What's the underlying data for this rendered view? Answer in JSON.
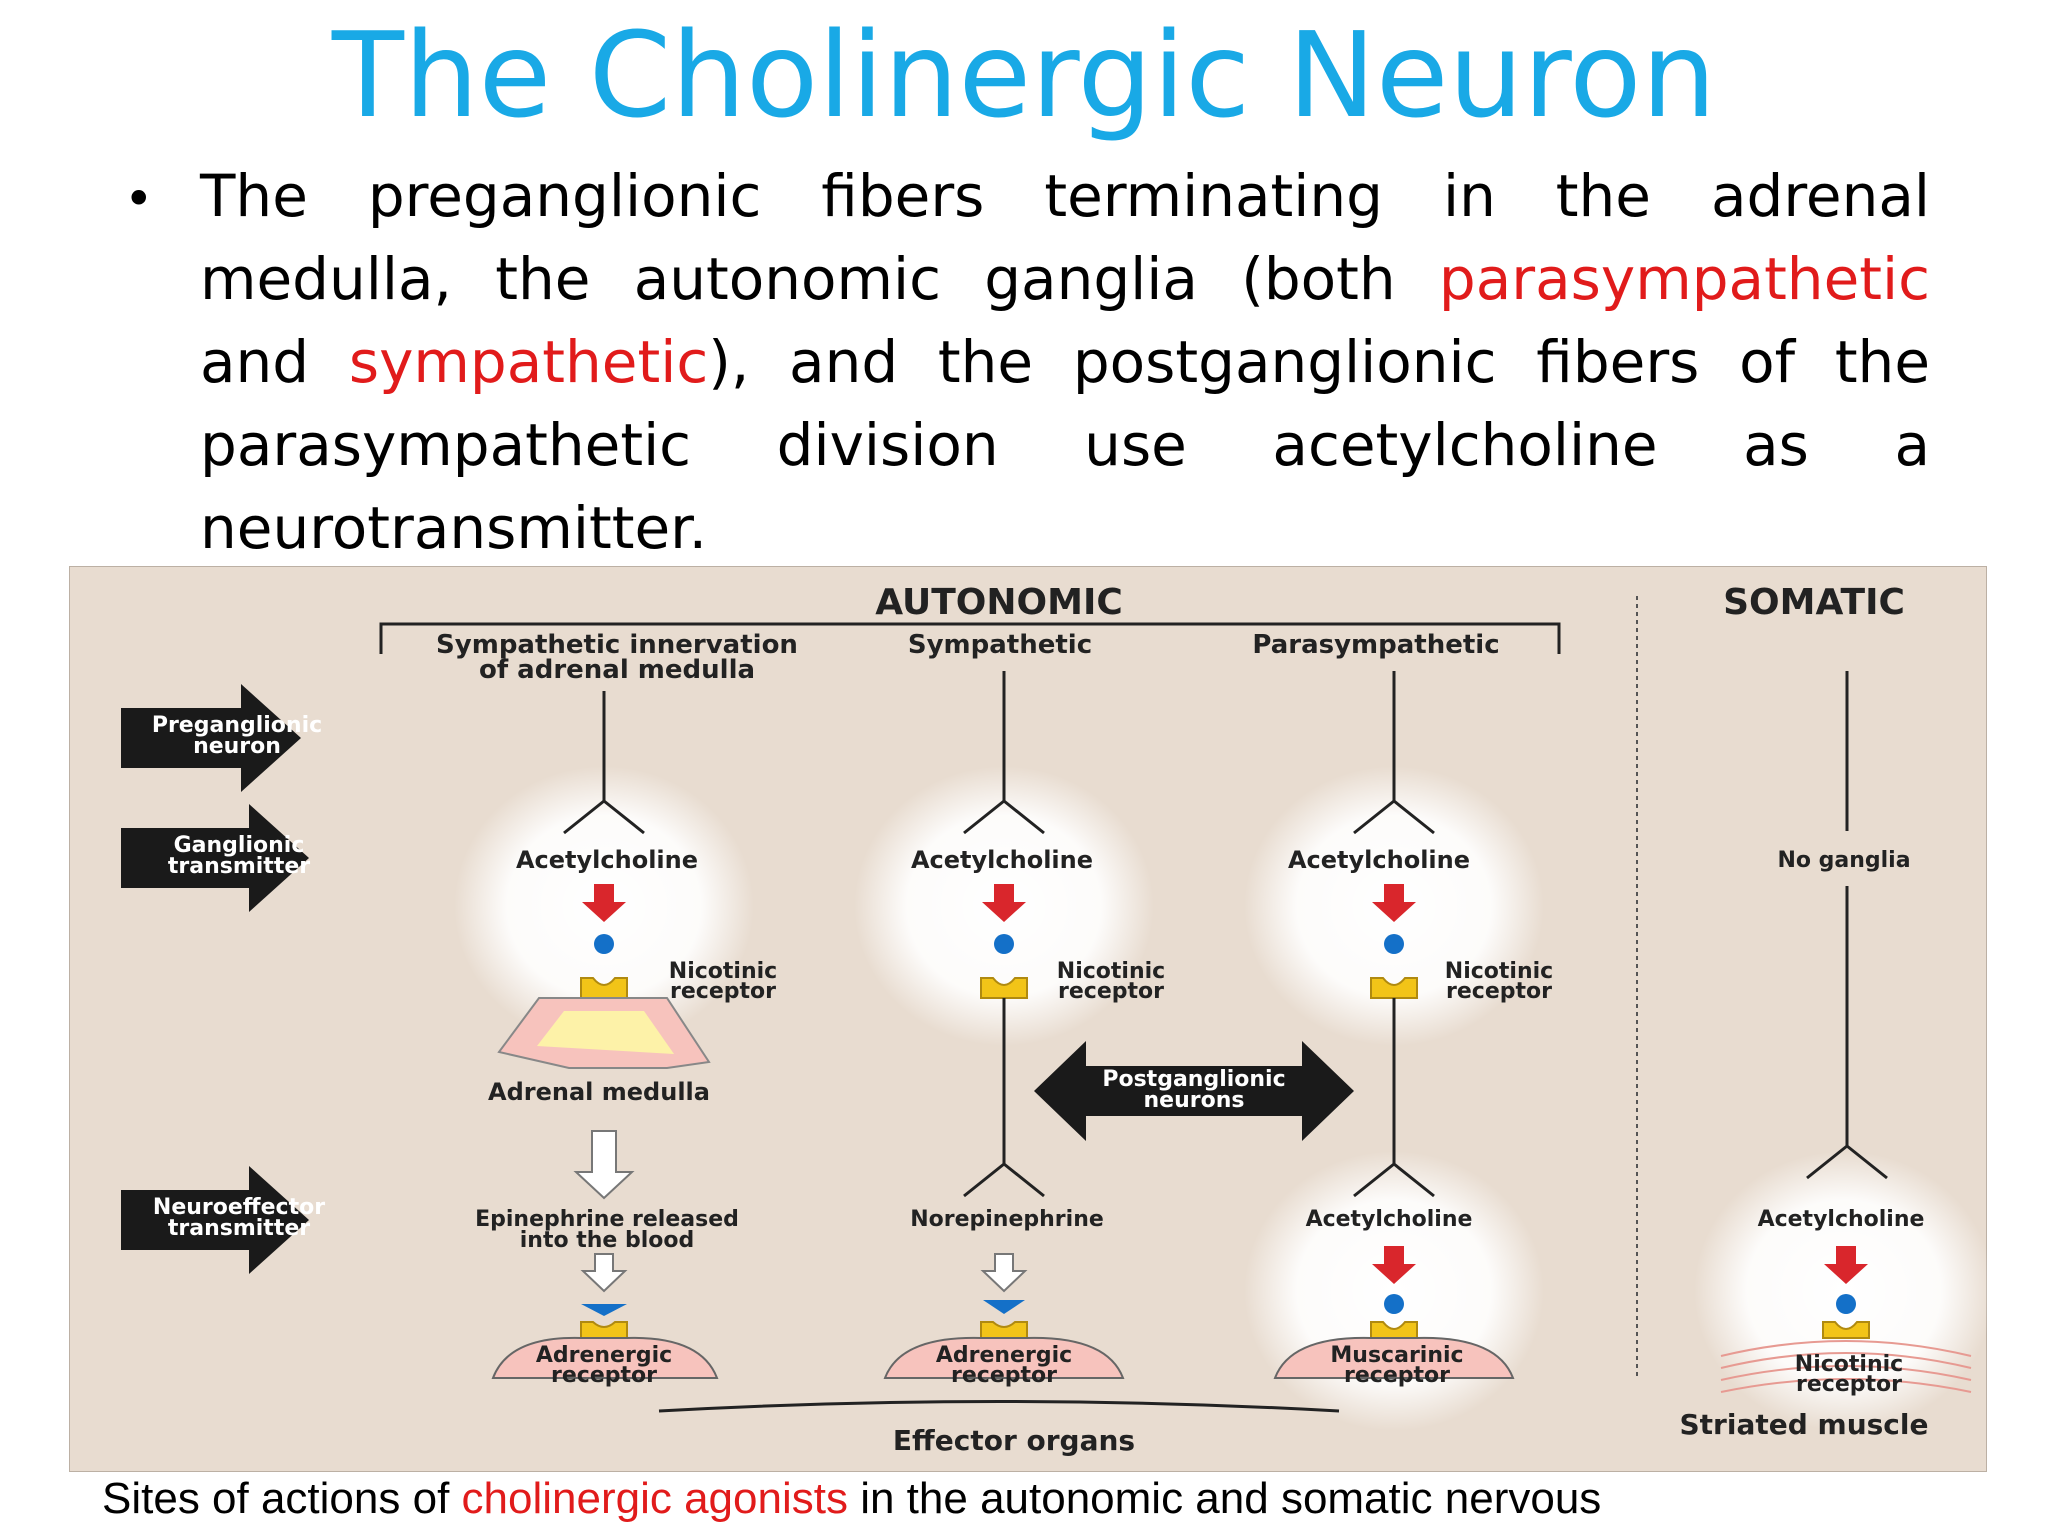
{
  "title": "The Cholinergic Neuron",
  "bullet": {
    "part1": "The preganglionic fibers terminating in the adrenal medulla, the autonomic ganglia (both ",
    "red1": "parasympathetic",
    "part2": " and ",
    "red2": "sympathetic",
    "part3": "), and the postganglionic fibers of the parasympathetic division use acetylcholine as a neurotransmitter."
  },
  "figure": {
    "autonomic": "AUTONOMIC",
    "somatic": "SOMATIC",
    "col1_header_l1": "Sympathetic innervation",
    "col1_header_l2": "of adrenal medulla",
    "col2_header": "Sympathetic",
    "col3_header": "Parasympathetic",
    "arrow1_l1": "Preganglionic",
    "arrow1_l2": "neuron",
    "arrow2_l1": "Ganglionic",
    "arrow2_l2": "transmitter",
    "arrow3_l1": "Neuroeffector",
    "arrow3_l2": "transmitter",
    "ach_1": "Acetylcholine",
    "ach_2": "Acetylcholine",
    "ach_3": "Acetylcholine",
    "no_ganglia": "No ganglia",
    "nic_1_l1": "Nicotinic",
    "nic_1_l2": "receptor",
    "nic_2_l1": "Nicotinic",
    "nic_2_l2": "receptor",
    "nic_3_l1": "Nicotinic",
    "nic_3_l2": "receptor",
    "adrenal_medulla": "Adrenal medulla",
    "postganglionic_l1": "Postganglionic",
    "postganglionic_l2": "neurons",
    "epi_l1": "Epinephrine released",
    "epi_l2": "into the blood",
    "norepinephrine": "Norepinephrine",
    "ach_4": "Acetylcholine",
    "ach_5": "Acetylcholine",
    "adr_1_l1": "Adrenergic",
    "adr_1_l2": "receptor",
    "adr_2_l1": "Adrenergic",
    "adr_2_l2": "receptor",
    "musc_l1": "Muscarinic",
    "musc_l2": "receptor",
    "nic_4_l1": "Nicotinic",
    "nic_4_l2": "receptor",
    "effector_organs": "Effector organs",
    "striated_muscle": "Striated muscle",
    "colors": {
      "panel": "#e8dcd0",
      "red_arrow": "#d9262c",
      "blue_dot": "#1470c8",
      "receptor": "#f2c418",
      "tissue": "#f7c3bd"
    }
  },
  "caption": {
    "part1": "Sites of actions of ",
    "red": "cholinergic agonists",
    "part2": " in the autonomic and somatic nervous"
  }
}
